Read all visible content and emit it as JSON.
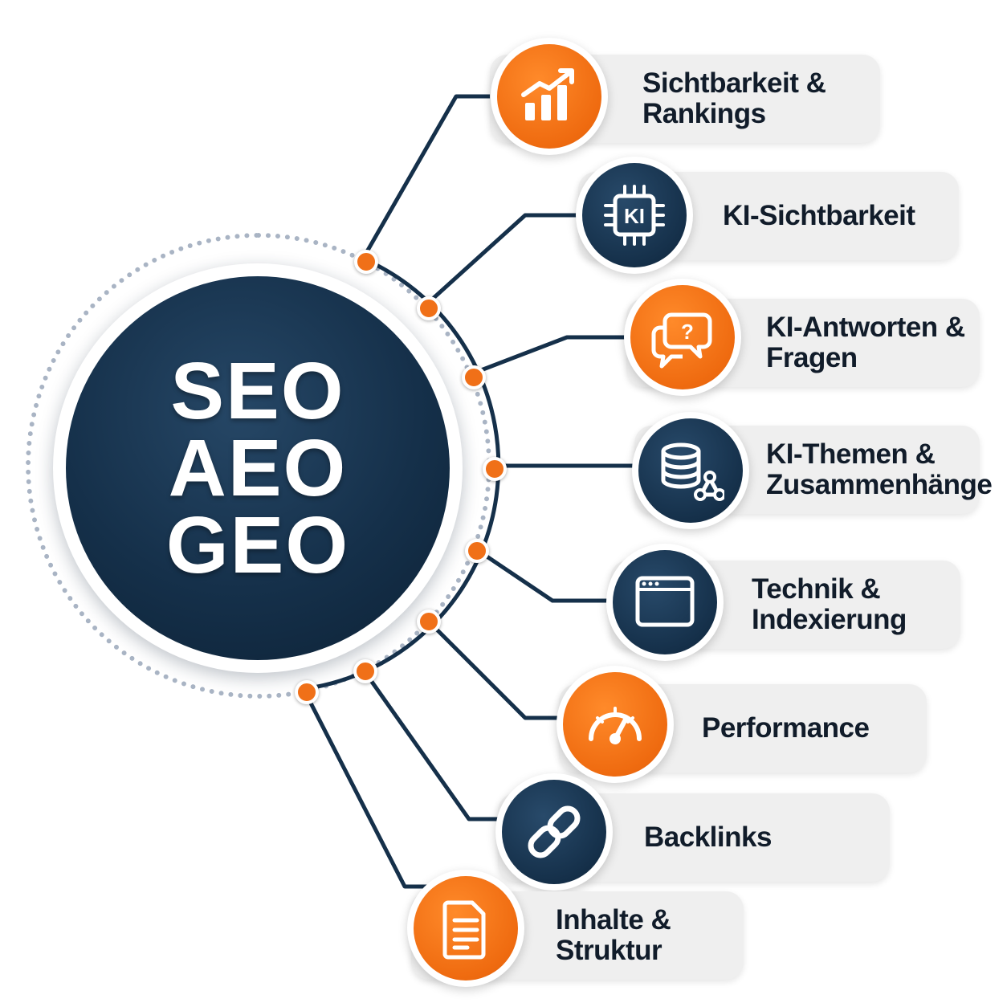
{
  "hub": {
    "lines": [
      "SEO",
      "AEO",
      "GEO"
    ]
  },
  "colors": {
    "orange": "#ef6b10",
    "navy": "#15304a",
    "connector": "#15304a",
    "card": "#efefef"
  },
  "items": [
    {
      "lines": [
        "Sichtbarkeit &",
        "Rankings"
      ],
      "icon": "chart-bar-trend-up-icon",
      "color": "orange"
    },
    {
      "lines": [
        "KI-Sichtbarkeit"
      ],
      "icon": "ki-chip-icon",
      "color": "navy",
      "chip_text": "KI"
    },
    {
      "lines": [
        "KI-Antworten &",
        "Fragen"
      ],
      "icon": "speech-bubbles-question-icon",
      "color": "orange",
      "bubble_text": "?"
    },
    {
      "lines": [
        "KI-Themen &",
        "Zusammenhänge"
      ],
      "icon": "database-network-icon",
      "color": "navy"
    },
    {
      "lines": [
        "Technik &",
        "Indexierung"
      ],
      "icon": "browser-code-icon",
      "color": "navy",
      "code_text": "</>"
    },
    {
      "lines": [
        "Performance"
      ],
      "icon": "speedometer-icon",
      "color": "orange"
    },
    {
      "lines": [
        "Backlinks"
      ],
      "icon": "chain-link-icon",
      "color": "navy"
    },
    {
      "lines": [
        "Inhalte &",
        "Struktur"
      ],
      "icon": "document-icon",
      "color": "orange"
    }
  ]
}
